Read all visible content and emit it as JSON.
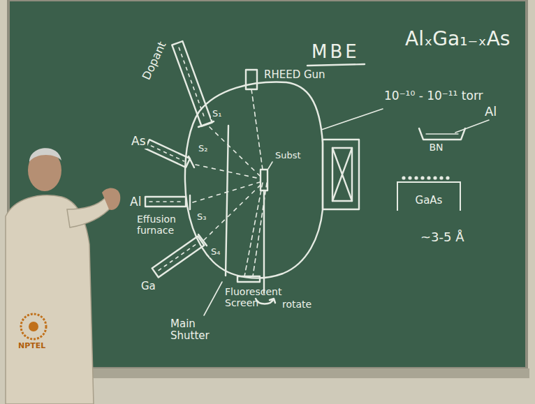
{
  "diagram": {
    "title": "MBE",
    "nodes": [
      {
        "text": [
          "BN"
        ]
      },
      {
        "text": [
          "GaAs"
        ]
      }
    ],
    "labels": [
      "AlₓGa₁₋ₓAs",
      "RHEED Gun",
      "10⁻¹⁰ - 10⁻¹¹ torr",
      "Al",
      "~3-5 Å",
      "Dopant",
      "As",
      "Al",
      "Effusion furnace",
      "Ga",
      "S₁",
      "S₂",
      "S₃",
      "S₄",
      "Subst",
      "Main Shutter",
      "Fluorescent Screen",
      "rotate",
      "NPTEL"
    ]
  }
}
